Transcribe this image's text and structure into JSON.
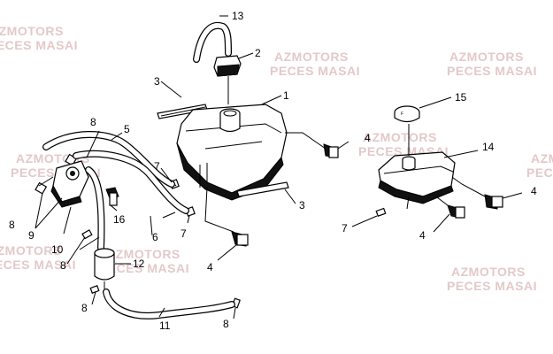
{
  "watermark": {
    "line1": "AZMOTORS",
    "line2": "PECES MASAI"
  },
  "callouts": [
    {
      "id": "13",
      "label": "13"
    },
    {
      "id": "2",
      "label": "2"
    },
    {
      "id": "3a",
      "label": "3"
    },
    {
      "id": "1",
      "label": "1"
    },
    {
      "id": "15",
      "label": "15"
    },
    {
      "id": "8a",
      "label": "8"
    },
    {
      "id": "5",
      "label": "5"
    },
    {
      "id": "4a",
      "label": "4"
    },
    {
      "id": "14",
      "label": "14"
    },
    {
      "id": "7a",
      "label": "7"
    },
    {
      "id": "8b",
      "label": "8"
    },
    {
      "id": "16",
      "label": "16"
    },
    {
      "id": "3b",
      "label": "3"
    },
    {
      "id": "4b",
      "label": "4"
    },
    {
      "id": "9",
      "label": "9"
    },
    {
      "id": "7b",
      "label": "7"
    },
    {
      "id": "7c",
      "label": "7"
    },
    {
      "id": "6",
      "label": "6"
    },
    {
      "id": "4c",
      "label": "4"
    },
    {
      "id": "10",
      "label": "10"
    },
    {
      "id": "8c",
      "label": "8"
    },
    {
      "id": "12",
      "label": "12"
    },
    {
      "id": "4d",
      "label": "4"
    },
    {
      "id": "8d",
      "label": "8"
    },
    {
      "id": "11",
      "label": "11"
    },
    {
      "id": "8e",
      "label": "8"
    }
  ]
}
